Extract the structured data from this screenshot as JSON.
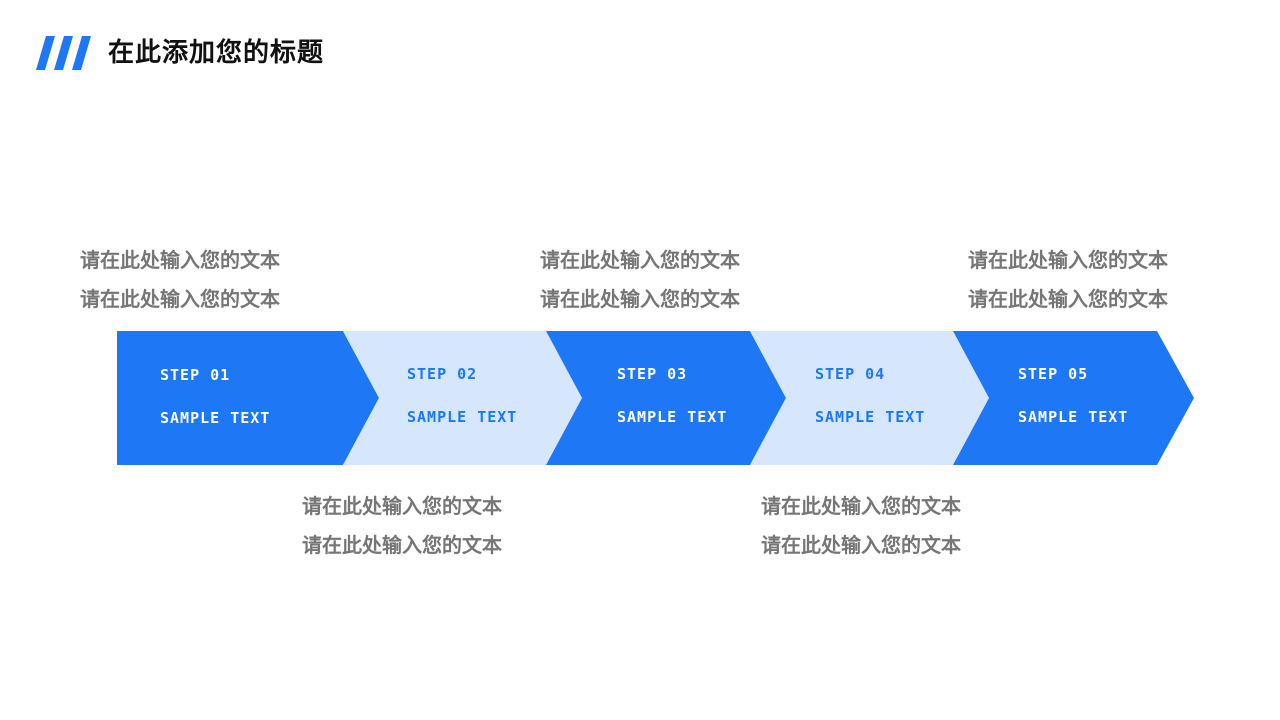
{
  "page": {
    "title": "在此添加您的标题"
  },
  "colors": {
    "accent": "#1e78f5",
    "light": "#d6e6fc",
    "note_text": "#767676",
    "title_text": "#111111"
  },
  "steps": [
    {
      "step": "STEP 01",
      "text": "SAMPLE TEXT",
      "style": "dark"
    },
    {
      "step": "STEP 02",
      "text": "SAMPLE TEXT",
      "style": "light"
    },
    {
      "step": "STEP 03",
      "text": "SAMPLE TEXT",
      "style": "dark"
    },
    {
      "step": "STEP 04",
      "text": "SAMPLE TEXT",
      "style": "light"
    },
    {
      "step": "STEP 05",
      "text": "SAMPLE TEXT",
      "style": "dark"
    }
  ],
  "notes": {
    "top": [
      {
        "line1": "请在此处输入您的文本",
        "line2": "请在此处输入您的文本"
      },
      {
        "line1": "请在此处输入您的文本",
        "line2": "请在此处输入您的文本"
      },
      {
        "line1": "请在此处输入您的文本",
        "line2": "请在此处输入您的文本"
      }
    ],
    "bottom": [
      {
        "line1": "请在此处输入您的文本",
        "line2": "请在此处输入您的文本"
      },
      {
        "line1": "请在此处输入您的文本",
        "line2": "请在此处输入您的文本"
      }
    ]
  }
}
